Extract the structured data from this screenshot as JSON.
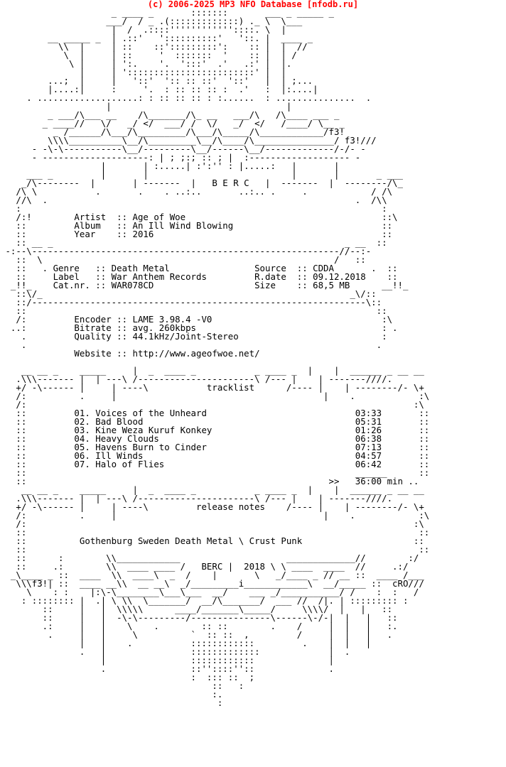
{
  "header": {
    "site_link": "(c) 2006-2025 MP3 NFO Database [nfodb.ru]",
    "link_color": "#ff0000"
  },
  "nfo_lines": [
    "                     _ ____ _       :::::::       ___ _ _____ _                    ",
    "                    ___/  / _ .(:::::::::::::) ._ \\  \\___                          ",
    "                     |  /  .::::''''''''''''::::. \\  |                             ",
    "         __ _____ _  | .::'   '::::::::::'   '::. |  ____ _                       ",
    "           \\\\  |     | ::    ::':::::::::':    :: |  |  //                        ",
    "            \\  |     | ::     '  :::::::  '    :: |  | /                          ",
    "             \\ |     | ':.    '.  ':::'  .'   .:' |  |.                           ",
    "               |     | '::::::::::::::::::::::::' |  |                            ",
    "         ...;  |     |   '::'  ':: :: ::'  '::'   |  | ;...                       ",
    "         |....:|     :     '.  : :: :: :: :  .'   :  |:....|                       ",
    "     . ...................: : :: :: :: : :......  : ...............  .            ",
    "                    |                                 |                            ",
    "         _ ___/\\___ __    /\\_______/\\_ __   ___/\\   /\\____ ___ _                   ",
    "        _ ____//   \\/   _/ </  ___/ /  \\/   _/  </   /____/ \\__ _                  ",
    "          _ /______/\\___/\\_________/\\___/\\_____/\\____________/f3!                   ",
    "         \\\\\\\\__________\\__/\\_________\\__/\\____/\\_______________/ f3!///             ",
    "      - -\\-\\-----------\\__/---------\\__/------\\__/-------------/-/- -              ",
    "      - --------------------: | ; ;:; :: ; |  :------------------- -               ",
    "                   |       | :.....| :':'' : |.....:   |       |                    ",
    "     ___ _         |       |                           |       |       _ ___        ",
    "    _/\\--------  |       | -------  |   B E R C   |  -------  |  --------/\\_      ",
    "   /\\ \\           .       .    . ..:..       ..:.. .     .            / /\\        ",
    "   //\\  .                                                          .  /\\\\        ",
    "   :                                                                    :       ",
    "   /:!        Artist  :: Age of Woe                                     ::\\      ",
    "   ::         Album   :: An Ill Wind Blowing                            ::       ",
    "   ::         Year    :: 2016                                           ::       ",
    "   :: __ _                                                       _ __  ::       ",
    " -:--\\----------------------------------------------------------//--:- ",
    "   ::  \\                                                       /   ::       ",
    "   ::   . Genre   :: Death Metal                Source  :: CDDA       .  ::       ",
    "   ::     Label   :: War Anthem Records         R.date  :: 09.12.2018    ::       ",
    "  _!!_    Cat.nr. :: WAR078CD                   Size    :: 68,5 MB      __!!_      ",
    "   ::\\/_                                                          _\\/::       ",
    "   ::/---------------------------------------------------------------\\::       ",
    "   ::                                                                  ::       ",
    "   /:         Encoder :: LAME 3.98.4 -V0                                :\\      ",
    "  ..:         Bitrate :: avg. 260kbps                                   : .     ",
    "    .         Quality :: 44.1kHz/Joint-Stereo                           :       ",
    "    .                                                                  .       ",
    "              Website :: http://www.ageofwoe.net/                               ",
    "                                                                                ",
    "    __ __ _    _____     |  _  ____ _           _ ____ _  |    |  ______ _ __ __ ",
    "   .\\\\\\------- |  | ---\\ /----------------------\\ /--- |    | -------////.",
    "   +/ -\\------ |     | ----\\           tracklist      /---- |    | --------/- \\+",
    "   /:          .     |                                       |    .            :\\",
    "   /:                                                                         :\\",
    "   ::         01. Voices of the Unheard                            03:33       ::",
    "   ::         02. Bad Blood                                        05:31       ::",
    "   ::         03. Kine Weza Kuruf Konkey                           01:26       ::",
    "   ::         04. Heavy Clouds                                     06:38       ::",
    "   ::         05. Havens Burn to Cinder                            07:13       ::",
    "   ::         06. Ill Winds                                        04:57       ::",
    "   ::         07. Halo of Flies                                    06:42       ::",
    "   ::                                                              ______      ::",
    "   ::                                                         >>   36:00 min ..",
    "    __ __ _    _____     |  _  ____ _           _ ____ _  |    |  ______ _ __ __ ",
    "   .\\\\\\------- |  | ---\\ /----------------------\\ /--- |    | -------////.",
    "   +/ -\\------ |     | ----\\         release notes    /---- |    | --------/- \\+",
    "   /:          .     |                                       |    .            :\\",
    "   /:                                                                         :\\",
    "   ::                                                                          ::",
    "   ::          Gothenburg Sweden Death Metal \\ Crust Punk                     ::",
    "   ::                                                                          ::",
    "   ::      :        \\\\____________                    _____________//        :/ ",
    "   ::     .:        \\\\  ____ ____ /   BERC |  2018 \\ \\ ____  ____  //     .:/  ",
    "  _\\____ _ ::  ____  \\\\  ____\\  _  /    |       \\   _/____ _ // __ ::  ____ /___ ",
    "   \\\\\\f3!| ::  ____ __\\\\  __ __\\  _/_________i____________\\  __/_____ ::  cRO///",
    "     \\    : :    |:\\-\\________\\___\\___  __/    ___ _/___________/ /    :  :   /  ",
    "    : :::::::: |  .| \\ \\\\  \\_______/  __/\\_______/  ___ //  /|. | ::::::::: :   ",
    "        ::     |   |  \\\\\\\\\\      ____/_______\\_____/     \\\\\\\\/  |   |   ::       ",
    "        ::     |   |  -\\-\\---------/---------------\\------\\-/-|  |   |   ::       ",
    "        .:     |   |    \\    .        :: ::        .    /     |  |   |   :.       ",
    "         .     |   |     \\          `  :: ::  ,         /     |  |   |   .        ",
    "               |   |    .           ::::::::::::         .    |  |   |            ",
    "               .   |                :::::::::::::             |  .                ",
    "                   |                ::::::::::::              |                   ",
    "                   .                ::''::::''::              .                   ",
    "                                    :  ::: ::  ;                                   ",
    "                                        ::   :                                     ",
    "                                        :.                                         ",
    "                                         :                                         "
  ]
}
